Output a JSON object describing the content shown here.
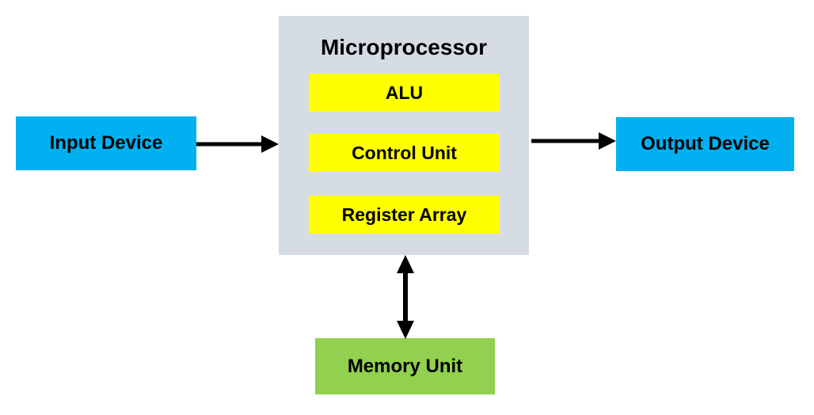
{
  "diagram": {
    "title": "Microprocessor",
    "blocks": {
      "input_device": {
        "label": "Input Device"
      },
      "output_device": {
        "label": "Output Device"
      },
      "memory_unit": {
        "label": "Memory Unit"
      },
      "microprocessor": {
        "title": "Microprocessor",
        "components": [
          {
            "label": "ALU"
          },
          {
            "label": "Control Unit"
          },
          {
            "label": "Register Array"
          }
        ]
      }
    },
    "connections": [
      {
        "from": "input_device",
        "to": "microprocessor",
        "direction": "right",
        "style": "single-arrow"
      },
      {
        "from": "microprocessor",
        "to": "output_device",
        "direction": "right",
        "style": "single-arrow"
      },
      {
        "from": "microprocessor",
        "to": "memory_unit",
        "direction": "vertical",
        "style": "double-arrow"
      }
    ],
    "colors": {
      "device_blue": "#00B0F0",
      "component_yellow": "#FFFF00",
      "memory_green": "#92D050",
      "processor_gray": "#D6DCE4",
      "arrow_black": "#000000",
      "text_black": "#000000",
      "background": "#FFFFFF"
    }
  }
}
